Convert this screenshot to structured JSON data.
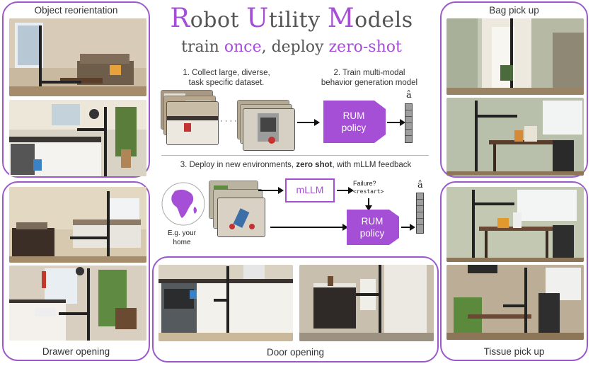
{
  "title": {
    "r_cap": "R",
    "r_rest": "obot ",
    "u_cap": "U",
    "u_rest": "tility ",
    "m_cap": "M",
    "m_rest": "odels"
  },
  "subtitle": {
    "part1": "train ",
    "once": "once",
    "part2": ", deploy ",
    "zero_shot": "zero-shot"
  },
  "step1": {
    "line1": "1. Collect large, diverse,",
    "line2": "task specific dataset."
  },
  "step2": {
    "line1": "2. Train multi-modal",
    "line2": "behavior generation model"
  },
  "step3": {
    "prefix": "3. Deploy in new environments, ",
    "bold": "zero shot",
    "suffix": ", with mLLM feedback"
  },
  "ellipsis": "· · · ·",
  "rum_top": {
    "line1": "RUM",
    "line2": "policy"
  },
  "rum_bottom": {
    "line1": "RUM",
    "line2": "policy"
  },
  "mllm_label": "mLLM",
  "failure": {
    "line1": "Failure?",
    "line2": "<restart>"
  },
  "a_hat": "â",
  "home_caption": {
    "line1": "E.g. your",
    "line2": "home"
  },
  "panels": {
    "object_reorientation": "Object reorientation",
    "bag_pick_up": "Bag pick up",
    "drawer_opening": "Drawer opening",
    "door_opening": "Door opening",
    "tissue_pick_up": "Tissue pick up"
  },
  "colors": {
    "accent": "#a44fd6",
    "panel_border": "#9b59c9"
  }
}
